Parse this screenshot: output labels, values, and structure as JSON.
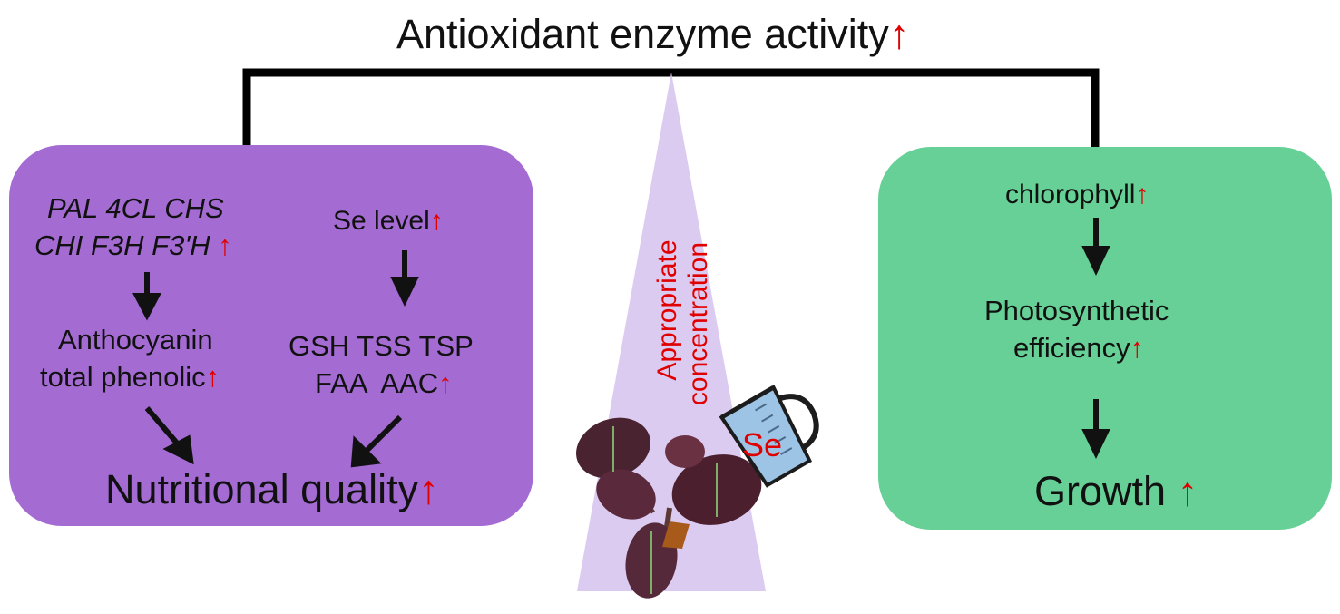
{
  "title": {
    "text": "Antioxidant enzyme activity",
    "arrow": "↑"
  },
  "left_panel": {
    "genes_line1": "PAL 4CL CHS",
    "genes_line2": "CHI F3H F3'H",
    "anthocyanin": "Anthocyanin",
    "phenolic": "total phenolic",
    "se_level": "Se level",
    "metabolites_line1": "GSH TSS TSP",
    "metabolites_line2": "FAA  AAC",
    "nutritional_quality": "Nutritional quality"
  },
  "center": {
    "label_line1": "Appropriate",
    "label_line2": "concentration",
    "jug_label": "Se"
  },
  "right_panel": {
    "chlorophyll": "chlorophyll",
    "photo_line1": "Photosynthetic",
    "photo_line2": "efficiency",
    "growth": "Growth"
  },
  "colors": {
    "left_panel": "#a46bd3",
    "right_panel": "#66d096",
    "triangle": "#dccbf0",
    "increase_arrow": "#e00000",
    "red_text": "#e00000"
  },
  "icons": {
    "increase": "up-arrow-icon",
    "flow": "down-arrow-icon",
    "plant": "plant-icon",
    "jug": "measuring-jug-icon"
  }
}
